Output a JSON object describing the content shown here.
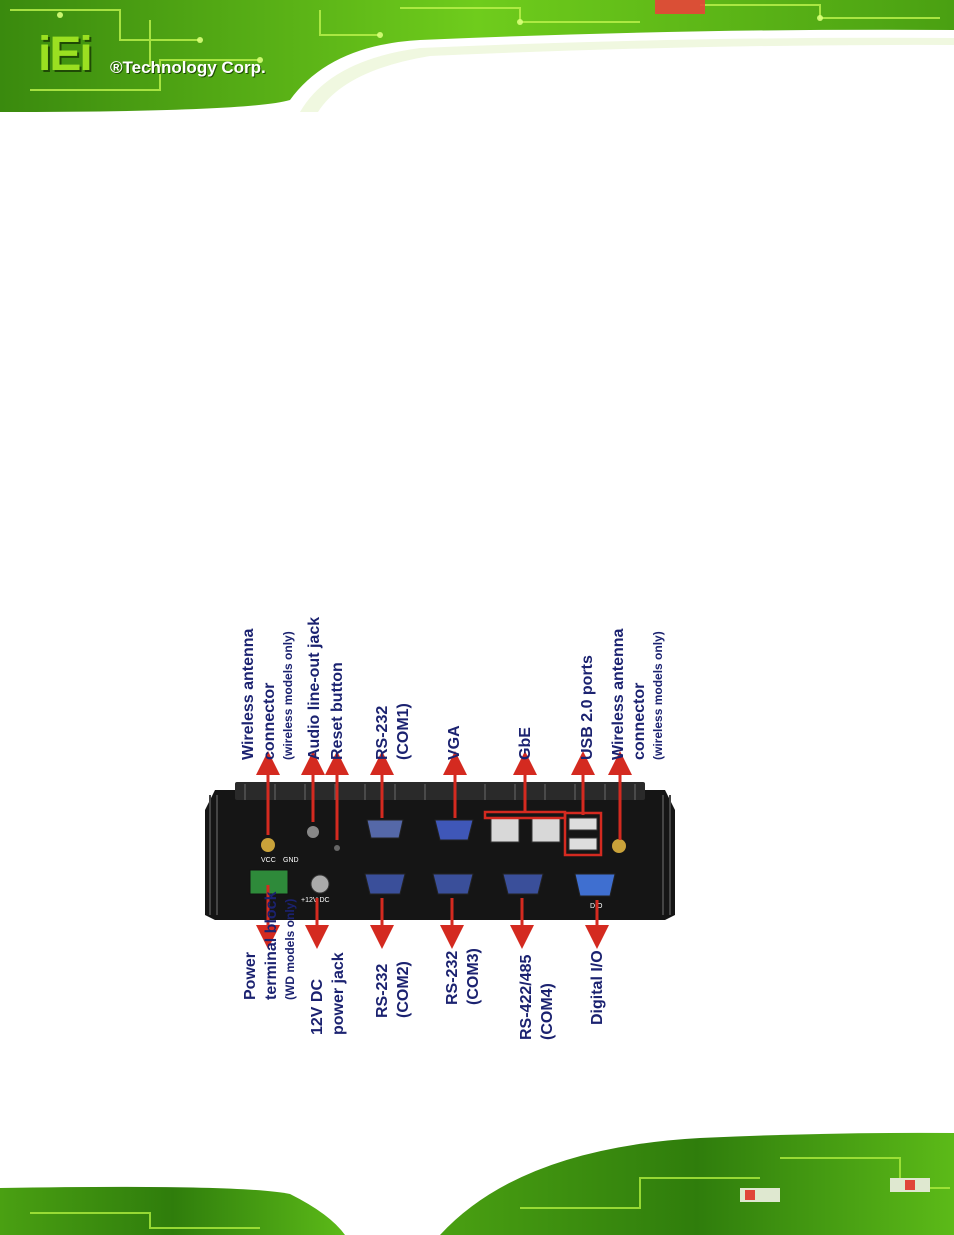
{
  "header": {
    "logo_text": "iEi",
    "company": "®Technology Corp."
  },
  "figure": {
    "top_labels": [
      {
        "id": "wireless-left",
        "lines": [
          "Wireless antenna",
          "connector"
        ],
        "note": "(wireless models only)"
      },
      {
        "id": "audio",
        "lines": [
          "Audio line-out jack"
        ],
        "note": ""
      },
      {
        "id": "reset",
        "lines": [
          "Reset button"
        ],
        "note": ""
      },
      {
        "id": "com1",
        "lines": [
          "RS-232",
          "(COM1)"
        ],
        "note": ""
      },
      {
        "id": "vga",
        "lines": [
          "VGA"
        ],
        "note": ""
      },
      {
        "id": "gbe",
        "lines": [
          "GbE"
        ],
        "note": ""
      },
      {
        "id": "usb",
        "lines": [
          "USB 2.0 ports"
        ],
        "note": ""
      },
      {
        "id": "wireless-right",
        "lines": [
          "Wireless antenna",
          "connector"
        ],
        "note": "(wireless models only)"
      }
    ],
    "bottom_labels": [
      {
        "id": "power-block",
        "lines": [
          "Power",
          "terminal block"
        ],
        "note": "(WD models only)"
      },
      {
        "id": "dc-jack",
        "lines": [
          "12V DC",
          "power jack"
        ],
        "note": ""
      },
      {
        "id": "com2",
        "lines": [
          "RS-232",
          "(COM2)"
        ],
        "note": ""
      },
      {
        "id": "com3",
        "lines": [
          "RS-232",
          "(COM3)"
        ],
        "note": ""
      },
      {
        "id": "com4",
        "lines": [
          "RS-422/485",
          "(COM4)"
        ],
        "note": ""
      },
      {
        "id": "dio",
        "lines": [
          "Digital I/O"
        ],
        "note": ""
      }
    ],
    "panel_marks": {
      "vcc": "VCC",
      "gnd": "GND",
      "dc": "+12V DC",
      "dio": "DIO"
    },
    "colors": {
      "label": "#1b2270",
      "arrow": "#d42a20",
      "chassis": "#151515"
    }
  }
}
